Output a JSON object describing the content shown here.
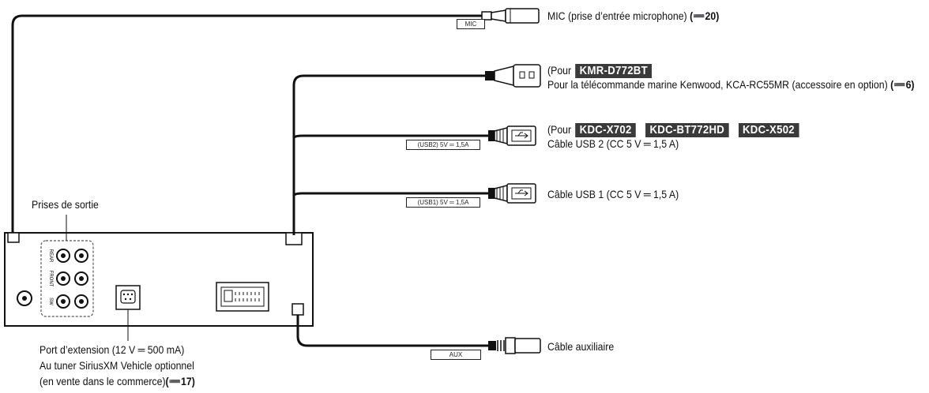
{
  "connectors": {
    "mic": {
      "tag": "MIC",
      "label": "MIC (prise d’entrée microphone)",
      "ref": "(➖20)"
    },
    "remote": {
      "line1_prefix": "(Pour",
      "models": [
        "KMR-D772BT"
      ],
      "line2": "Pour la télécommande marine Kenwood, KCA-RC55MR (accessoire en option)",
      "ref": "(➖6)"
    },
    "usb2": {
      "tag": "(USB2) 5V ═ 1,5A",
      "line1_prefix": "(Pour",
      "models": [
        "KDC-X702",
        "KDC-BT772HD",
        "KDC-X502"
      ],
      "line2": "Câble USB 2 (CC 5 V ═ 1,5 A)",
      "icon": "usb-icon"
    },
    "usb1": {
      "tag": "(USB1) 5V ═ 1,5A",
      "label": "Câble USB 1 (CC 5 V ═ 1,5 A)",
      "icon": "usb-icon"
    },
    "aux": {
      "tag": "AUX",
      "label": "Câble auxiliaire"
    }
  },
  "unit": {
    "outputs_label": "Prises de sortie",
    "jack_labels": [
      "REAR",
      "FRONT",
      "SW"
    ]
  },
  "expansion": {
    "line1": "Port d’extension (12 V ═ 500 mA)",
    "line2": "Au tuner SiriusXM Vehicle optionnel",
    "line3": "(en vente dans le commerce)",
    "ref": "(➖17)"
  }
}
